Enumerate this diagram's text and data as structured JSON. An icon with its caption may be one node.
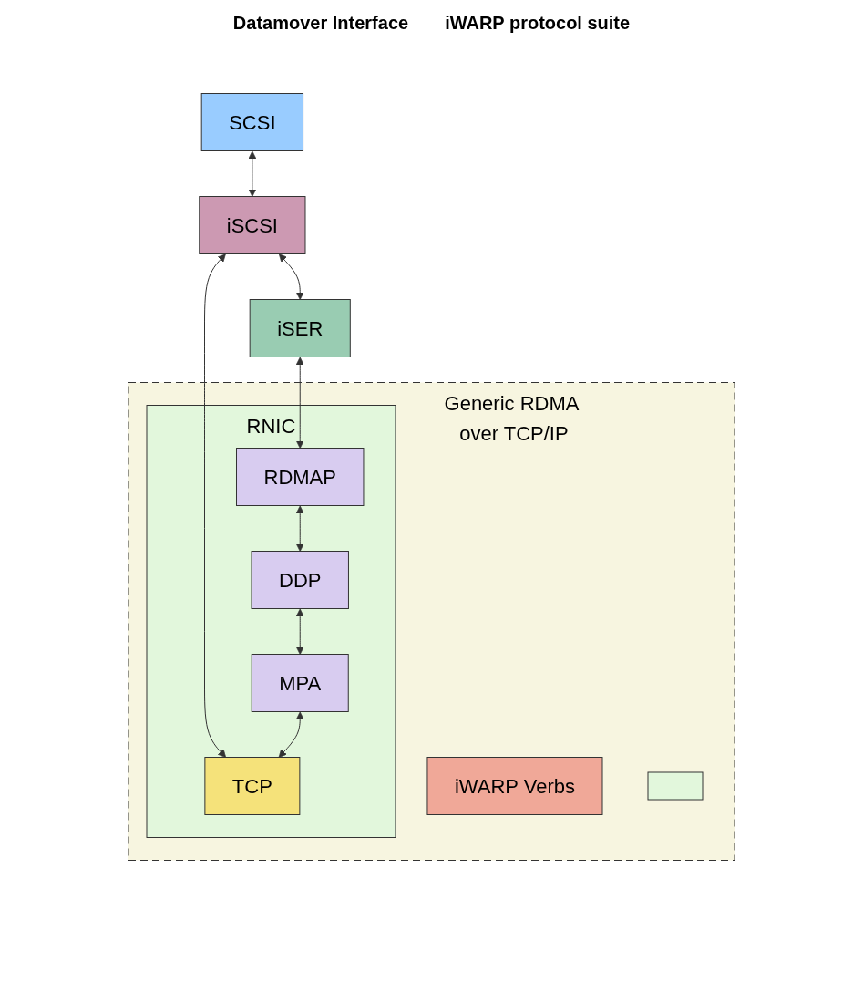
{
  "diagram": {
    "nodes": [
      {
        "text": [
          "SCSI"
        ]
      },
      {
        "text": [
          "iSCSI"
        ]
      },
      {
        "text": [
          "iSER"
        ]
      },
      {
        "text": [
          "Generic RDMA over TCP/IP"
        ]
      },
      {
        "text": [
          "iWARP Verbs"
        ],
        "in": 3
      },
      {
        "text": [
          "RNIC"
        ],
        "in": 3
      },
      {
        "text": [
          "RDMAP"
        ],
        "in": 5
      },
      {
        "text": [
          "DDP"
        ],
        "in": 5
      },
      {
        "text": [
          "MPA"
        ],
        "in": 5
      },
      {
        "text": [
          "TCP"
        ],
        "in": 5
      },
      {
        "text": [],
        "shape": "box",
        "in": 3
      }
    ],
    "edges": [
      {
        "from": 0,
        "to": 1,
        "arrow": "both"
      },
      {
        "from": 1,
        "to": 9,
        "arrow": "both"
      },
      {
        "from": 1,
        "to": 2,
        "arrow": "both"
      },
      {
        "from": 2,
        "to": 6,
        "arrow": "both"
      },
      {
        "from": 6,
        "to": 7,
        "arrow": "both"
      },
      {
        "from": 7,
        "to": 8,
        "arrow": "both"
      },
      {
        "from": 8,
        "to": 9,
        "arrow": "both"
      }
    ],
    "labels": [
      "Datamover Interface",
      "iWARP protocol suite"
    ]
  }
}
